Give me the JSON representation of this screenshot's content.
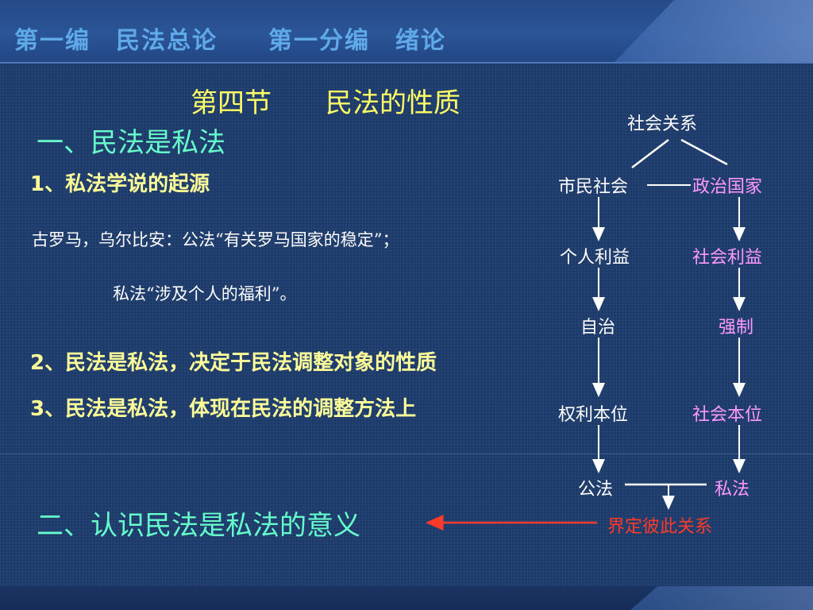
{
  "header": {
    "title": "第一编　民法总论　　第一分编　绪论"
  },
  "section": {
    "title": "第四节　　民法的性质"
  },
  "part1": {
    "heading": "一、民法是私法",
    "point1": "1、私法学说的起源",
    "quote_line1": "古罗马，乌尔比安：公法“有关罗马国家的稳定”；",
    "quote_line2": "私法“涉及个人的福利”。",
    "point2": "2、民法是私法，决定于民法调整对象的性质",
    "point3": "3、民法是私法，体现在民法的调整方法上"
  },
  "part2": {
    "heading": "二、认识民法是私法的意义"
  },
  "diagram": {
    "root": "社会关系",
    "left": [
      "市民社会",
      "个人利益",
      "自治",
      "权利本位",
      "公法"
    ],
    "right": [
      "政治国家",
      "社会利益",
      "强制",
      "社会本位",
      "私法"
    ],
    "relation": "界定彼此关系"
  },
  "colors": {
    "background": "#1c3a6a",
    "header_text": "#5fa9e8",
    "heading_green": "#66ffcc",
    "heading_yellow": "#ffff66",
    "subpoint_yellow": "#ffff99",
    "diagram_pink": "#ff99ff",
    "arrow_red": "#ff3a2a"
  }
}
